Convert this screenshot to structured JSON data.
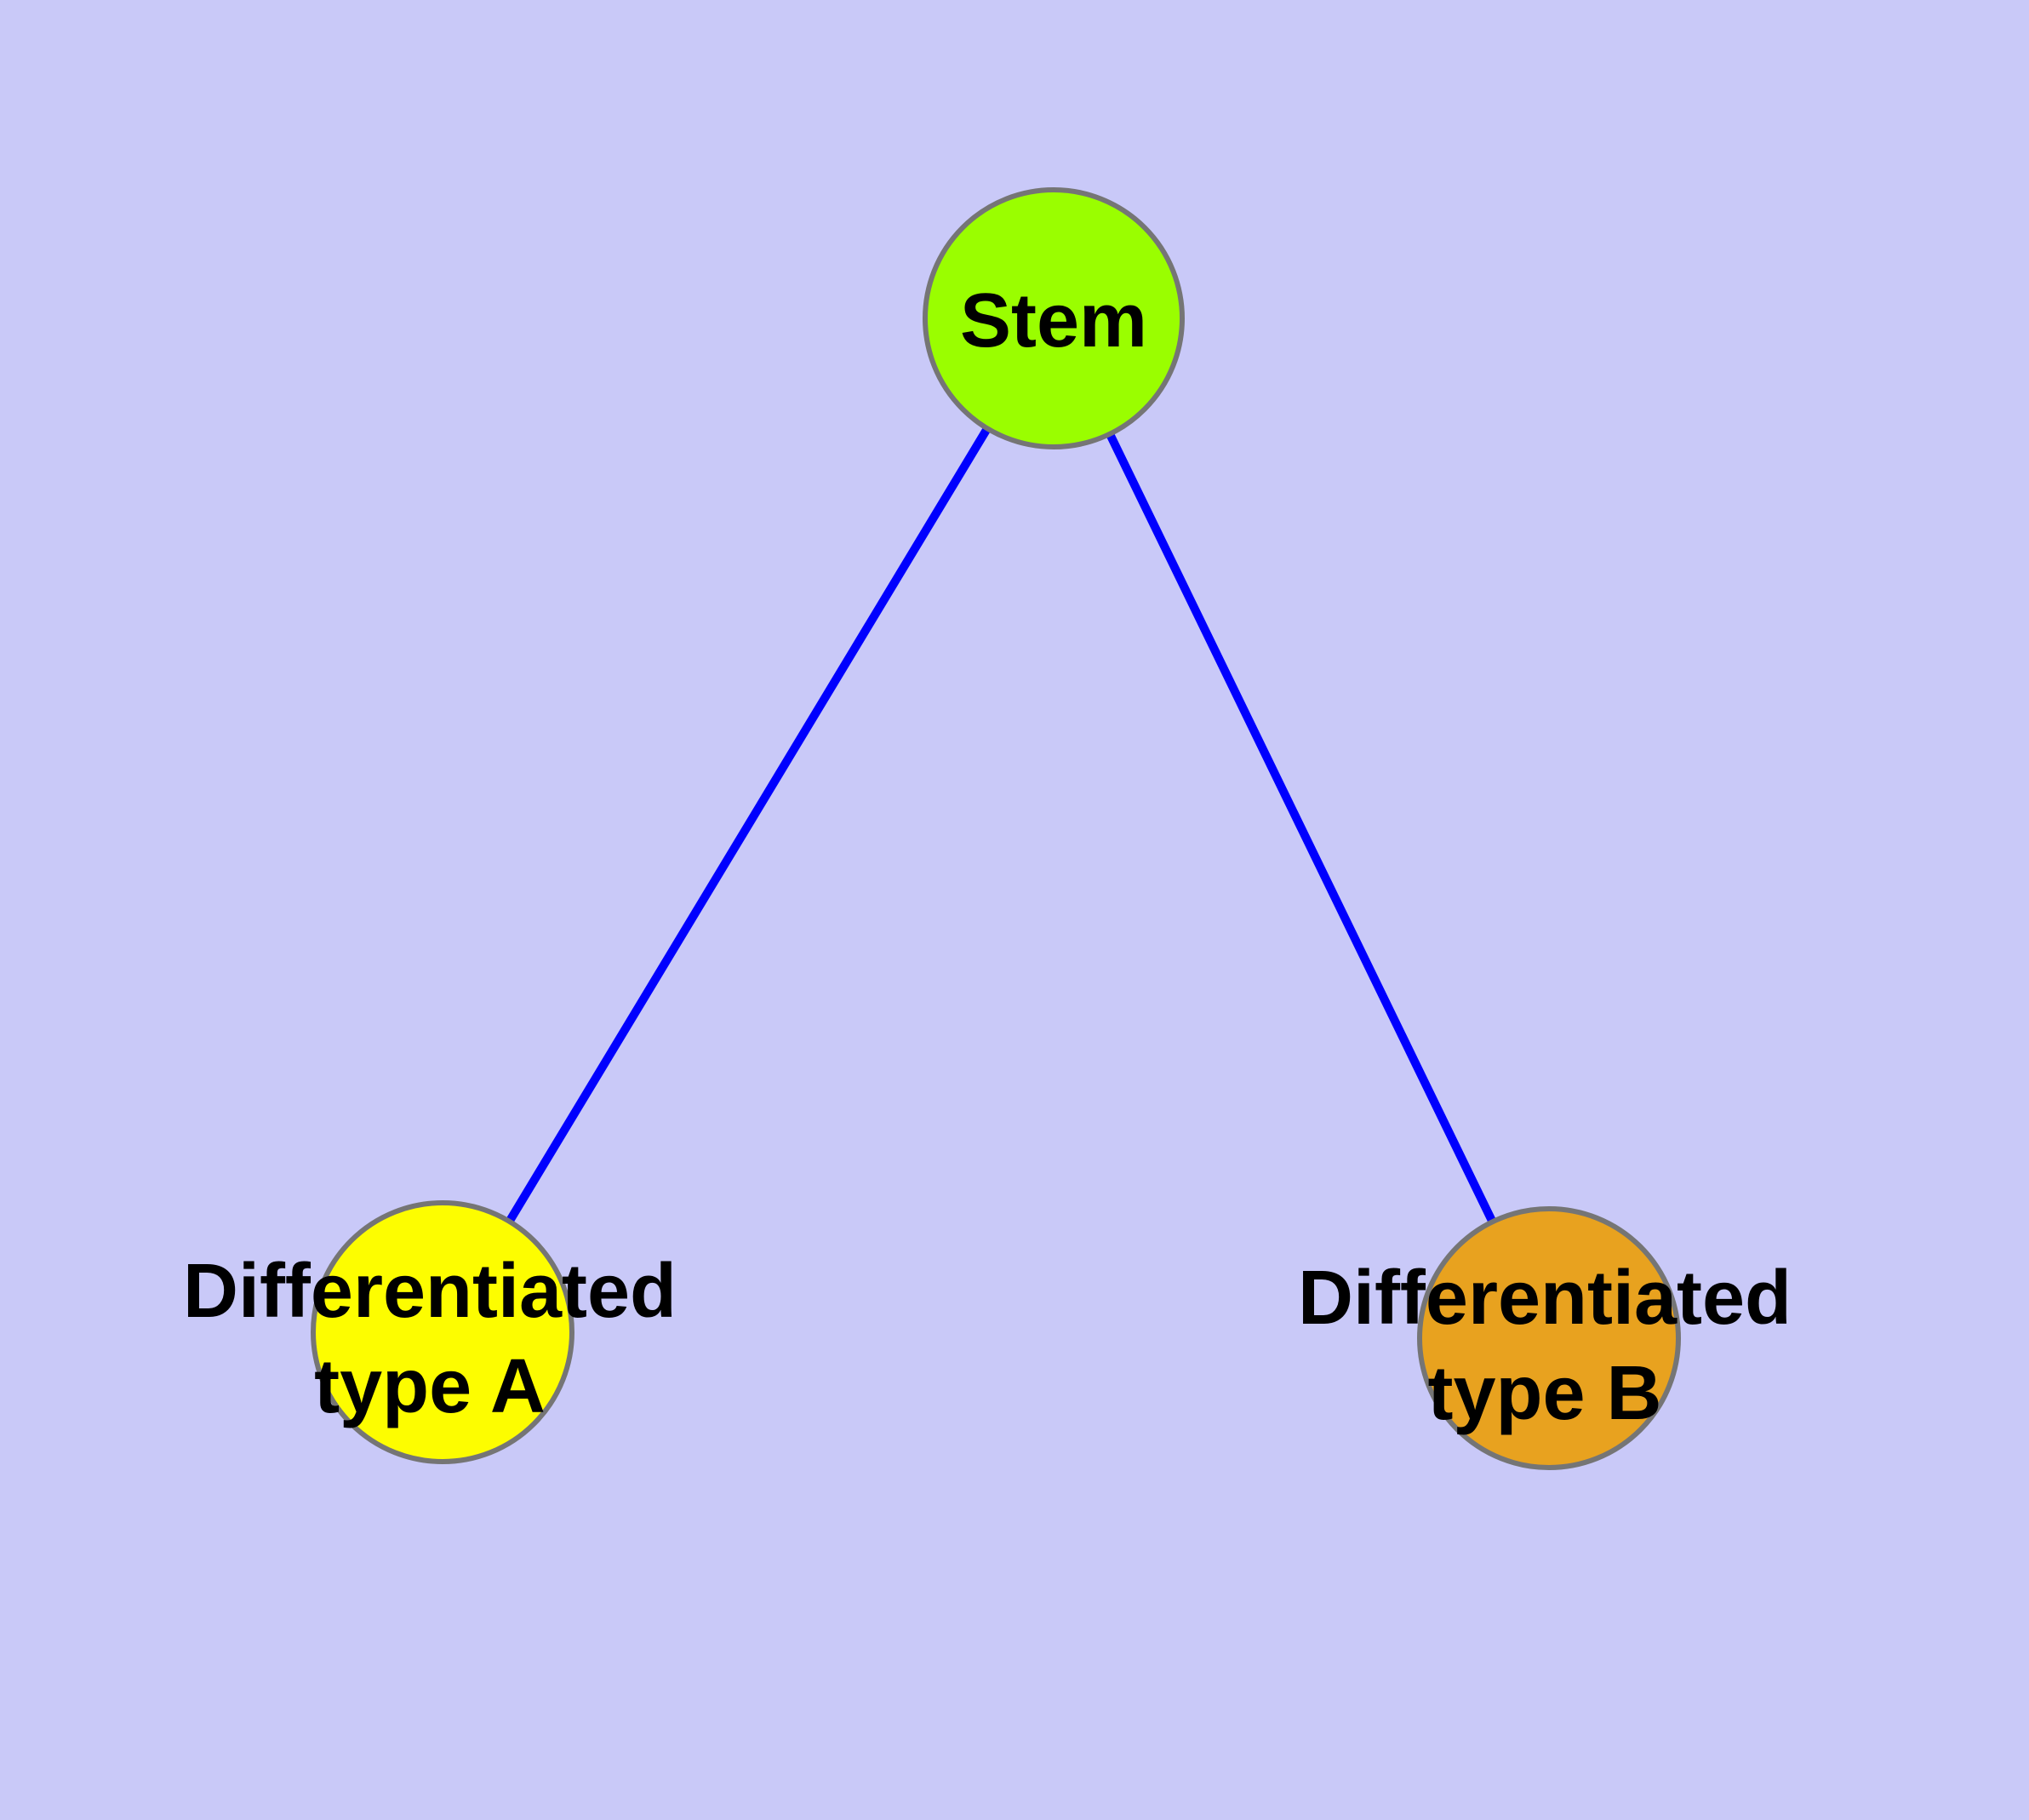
{
  "diagram": {
    "type": "graph",
    "colors": {
      "background": "#c9c9f8",
      "edge": "#0000fe",
      "node_border": "#757575",
      "text": "#000000"
    },
    "nodes": [
      {
        "id": "stem",
        "label": "Stem",
        "lines": [
          "Stem"
        ],
        "fill": "#9afe00"
      },
      {
        "id": "differentiated-type-a",
        "label": "Differentiated type A",
        "lines": [
          "Differentiated",
          "type A"
        ],
        "fill": "#fdfd00"
      },
      {
        "id": "differentiated-type-b",
        "label": "Differentiated type B",
        "lines": [
          "Differentiated",
          "type B"
        ],
        "fill": "#e8a21f"
      }
    ],
    "edges": [
      {
        "from": "Stem",
        "to": "Differentiated type A"
      },
      {
        "from": "Stem",
        "to": "Differentiated type B"
      }
    ]
  }
}
